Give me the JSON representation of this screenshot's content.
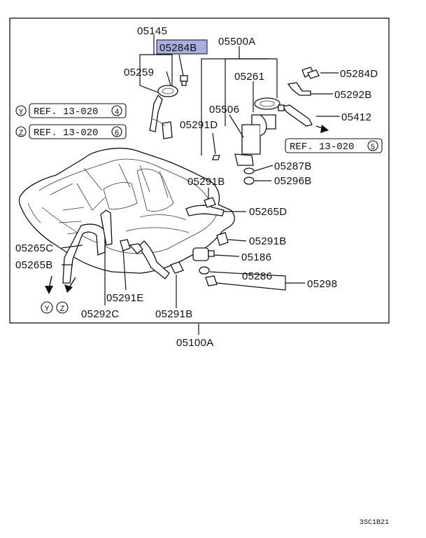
{
  "labels": {
    "p05145": "05145",
    "p05284B": "05284B",
    "p05500A": "05500A",
    "p05259": "05259",
    "p05261": "05261",
    "p05284D": "05284D",
    "p05292B": "05292B",
    "p05506": "05506",
    "p05412": "05412",
    "p05291D": "05291D",
    "p05287B": "05287B",
    "p05296B": "05296B",
    "p05291B_a": "05291B",
    "p05265D": "05265D",
    "p05291B_b": "05291B",
    "p05265C": "05265C",
    "p05186": "05186",
    "p05265B": "05265B",
    "p05286": "05286",
    "p05298": "05298",
    "p05291E": "05291E",
    "p05292C": "05292C",
    "p05291B_c": "05291B",
    "p05100A": "05100A"
  },
  "refs": {
    "y_letter": "Y",
    "y_text": "REF. 13-020",
    "y_num": "4",
    "z_letter": "Z",
    "z_text": "REF. 13-020",
    "z_num": "6",
    "r5_text": "REF. 13-020",
    "r5_num": "5",
    "bottom_y": "Y",
    "bottom_z": "Z"
  },
  "highlight": {
    "color": "#a9aee0",
    "part": "05284B"
  },
  "corner_code": "3SC1B21"
}
